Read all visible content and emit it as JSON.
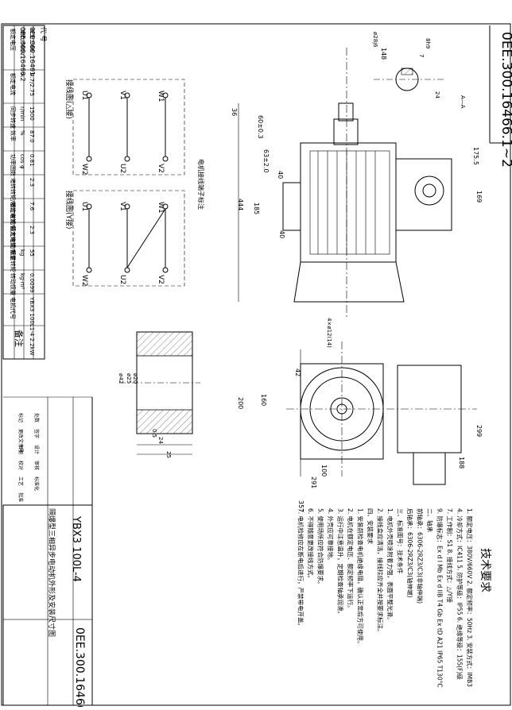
{
  "drawing": {
    "number": "0EE.300.16466.1~2",
    "model": "YBX3 100L-4",
    "title_cn": "隔爆型三相异步电动机外形及安装尺寸图",
    "tech_title": "技术要求"
  },
  "spec_table": {
    "headers": [
      "代 号",
      "0EE.300.16461",
      "0EE.300.16466.2"
    ],
    "rows": [
      [
        "额定电压",
        "380/660V",
        "6.3/3.66"
      ],
      [
        "额定电流",
        "A",
        "4.7/2.75"
      ],
      [
        "同步转速",
        "r/min",
        "1500"
      ],
      [
        "效率",
        "%",
        "87.0"
      ],
      [
        "功率因数",
        "cos φ",
        "0.81"
      ],
      [
        "堵转转矩/额定转矩",
        "",
        "2.3"
      ],
      [
        "堵转电流/额定电流",
        "",
        "7.6"
      ],
      [
        "最大转矩/额定转矩",
        "",
        "2.3"
      ],
      [
        "重量",
        "kg",
        "55"
      ],
      [
        "转动惯量",
        "kg·m²",
        "0.0099"
      ],
      [
        "电机代号",
        "",
        "YBX3 100L1-4 2.2kW"
      ]
    ],
    "note_label": "备注"
  },
  "wiring": {
    "delta_label": "接线图(△接)",
    "star_label": "接线图(Y接)",
    "terminals_top": [
      "U1",
      "V1",
      "W1"
    ],
    "terminals_bottom": [
      "W2",
      "U2",
      "V2"
    ],
    "caption": "电机接线端子标注"
  },
  "dimensions": {
    "front": [
      "291",
      "357",
      "200",
      "100",
      "42",
      "299",
      "188",
      "160"
    ],
    "side": [
      "444",
      "185",
      "40",
      "60±0.3",
      "63±2.0",
      "36",
      "175.5",
      "169",
      "148",
      "40"
    ],
    "key_section": [
      "ø28j6",
      "8h9",
      "7",
      "24",
      "A—A"
    ],
    "cable": [
      "ø25",
      "ø42",
      "ø20",
      "0.5",
      "24",
      "25"
    ],
    "holes": "4×ø12(14)"
  },
  "tech_requirements": [
    "1. 额定电压：380V/660V  2. 额定频率：50Hz  3. 安装方式：IMB3",
    "4. 冷却方式：IC411  5. 防护等级：IP55  6. 绝缘等级：155(F)级",
    "7. 工作制：S1  8. 接线方式：△/Y接",
    "9. 防爆标志：Ex d I Mb  Ex d IIB T4 Gb  Ex tD A21 IP65 T130°C",
    "二、轴承",
    "前轴承：6306-2RZ3/C3(非轴伸端)",
    "后轴承：6306-2RZ3/C3(轴伸端)",
    "三、标准图号：技术条件",
    "1. 电机外壳喷涂附着力强，表面平整光滑。",
    "2. 接线盒应清洁，接线柱应齐全并按要求标注。",
    "四、安装要求",
    "1. 安装前检查电机绝缘电阻，确认正常后方可使用。",
    "2. 电机在额定电压、额定频率下运行。",
    "3. 运行中注意温升，定期检查轴承润滑。",
    "4. 外壳应可靠接地。",
    "5. 使用场所应符合防爆要求。",
    "6. 不得随意更改接线方式。",
    "7. 电机检修应在断电后进行，严禁带电开盖。"
  ],
  "title_block": {
    "labels": [
      "标记",
      "处数",
      "更改文件号",
      "签字",
      "日期",
      "设计",
      "校对",
      "审核",
      "工艺",
      "标准化",
      "批准"
    ]
  }
}
